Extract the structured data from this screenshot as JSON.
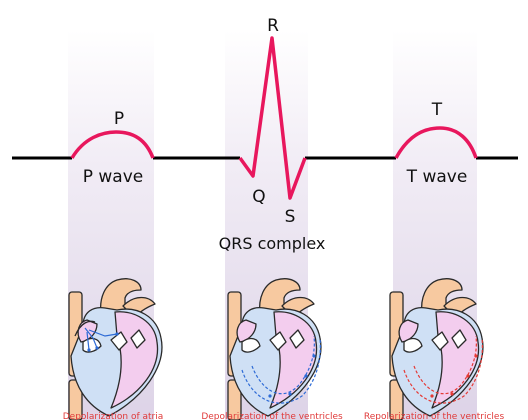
{
  "diagram": {
    "colors": {
      "baseline": "#000000",
      "wave": "#e8175d",
      "band_top": "#ffffff",
      "band_bottom": "#e2d9ea",
      "heart_outline": "#2a2a2a",
      "heart_orange": "#f7c9a0",
      "heart_blue": "#cfe0f5",
      "heart_pink": "#f3cdee",
      "heart_white": "#ffffff",
      "signal_blue": "#2e6bd6",
      "signal_red": "#e53935",
      "caption_red": "#e03a3a"
    },
    "labels": {
      "p_peak": "P",
      "p_wave": "P wave",
      "q": "Q",
      "r": "R",
      "s": "S",
      "qrs_complex": "QRS complex",
      "t_peak": "T",
      "t_wave": "T wave"
    },
    "captions": {
      "left": "Depolarization of atria",
      "middle": "Depolarization of the ventricles",
      "right": "Repolarization of the ventricles"
    },
    "hearts": {
      "left": {
        "highlight": "atria",
        "signal": "blue"
      },
      "middle": {
        "highlight": "ventricles",
        "signal": "blue"
      },
      "right": {
        "highlight": "ventricles",
        "signal": "red"
      }
    }
  }
}
